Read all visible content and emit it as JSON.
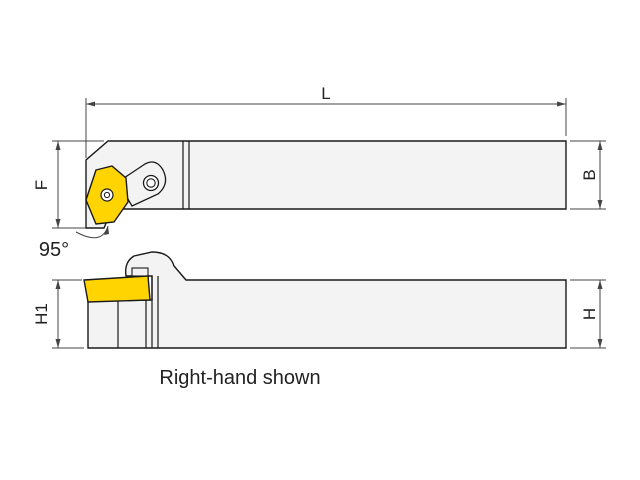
{
  "dimensions": {
    "length": "L",
    "width": "B",
    "height": "H",
    "offset": "F",
    "tip_height": "H1",
    "lead_angle": "95°"
  },
  "caption": "Right-hand shown",
  "colors": {
    "insert": "#ffd400",
    "body": "#f3f3f3",
    "outline": "#1a1a1a",
    "dimension_line": "#444444"
  }
}
